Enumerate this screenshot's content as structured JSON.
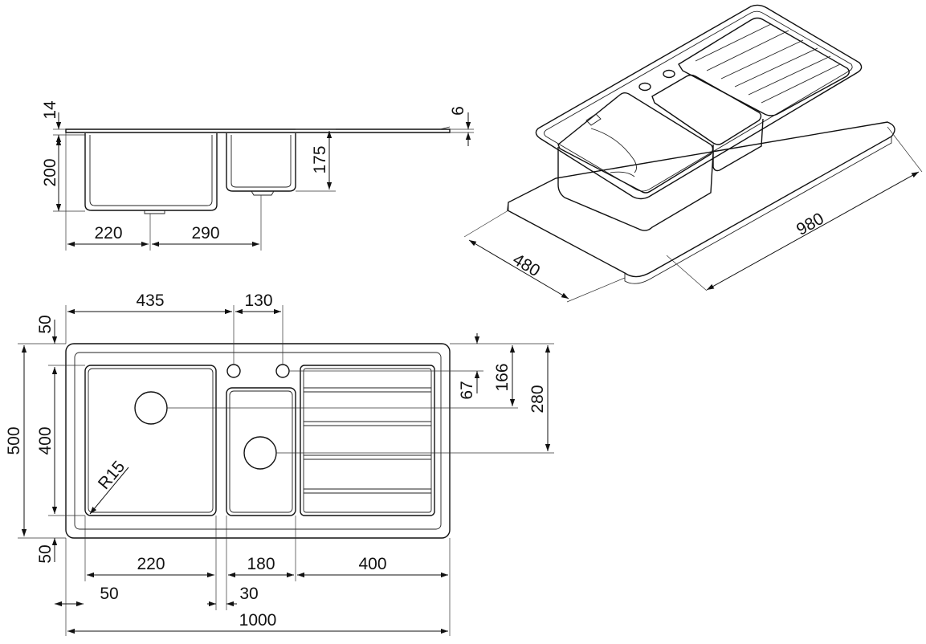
{
  "dimensions": {
    "side_view": {
      "thickness_rim": "14",
      "drainer_thickness": "6",
      "main_bowl_depth": "200",
      "small_bowl_depth": "175",
      "main_drain_offset": "220",
      "small_drain_offset": "290"
    },
    "iso_view": {
      "length": "980",
      "width": "480"
    },
    "top_view": {
      "tap_hole_1_offset": "435",
      "tap_hole_spacing": "130",
      "top_margin": "50",
      "bottom_margin": "50",
      "overall_width": "500",
      "bowl_width": "400",
      "tap_hole_y": "67",
      "small_drain_y": "166",
      "drainer_drain_y": "280",
      "corner_radius": "R15",
      "main_bowl_length": "220",
      "small_bowl_length": "180",
      "drainer_length": "400",
      "left_margin": "50",
      "bowl_gap": "30",
      "overall_length": "1000"
    }
  },
  "colors": {
    "line": "#111111",
    "background": "#ffffff"
  }
}
